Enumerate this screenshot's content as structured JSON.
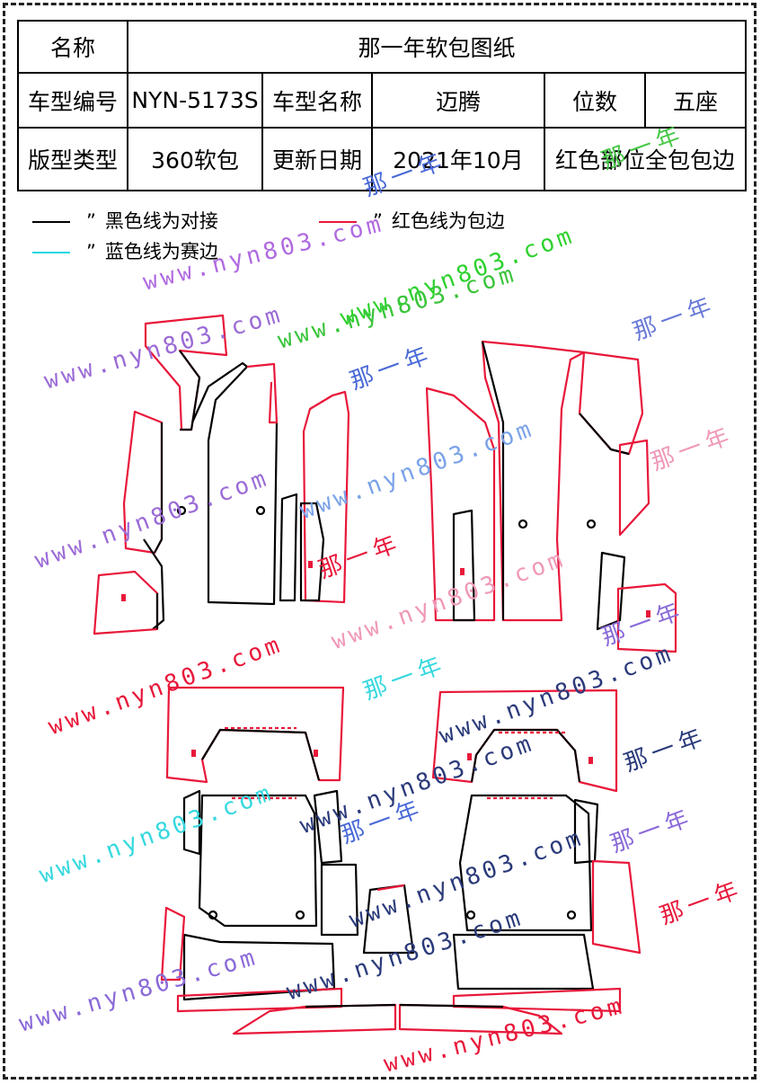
{
  "header": {
    "name_label": "名称",
    "name_value": "那一年软包图纸",
    "model_no_label": "车型编号",
    "model_no_value": "NYN-5173S",
    "model_name_label": "车型名称",
    "model_name_value": "迈腾",
    "seats_label": "位数",
    "seats_value": "五座",
    "style_label": "版型类型",
    "style_value": "360软包",
    "date_label": "更新日期",
    "date_value": "2021年10月",
    "coverage_value": "红色部位全包包边"
  },
  "legend": {
    "black": "黑色线为对接",
    "red": "红色线为包边",
    "blue": "蓝色线为赛边",
    "quote_open": "“",
    "quote_close": "”",
    "colors": {
      "black": "#000000",
      "red": "#e8183a",
      "blue": "#1fd6e0"
    }
  },
  "watermarks": {
    "url": "www.nyn803.com",
    "cn": "那一年"
  }
}
